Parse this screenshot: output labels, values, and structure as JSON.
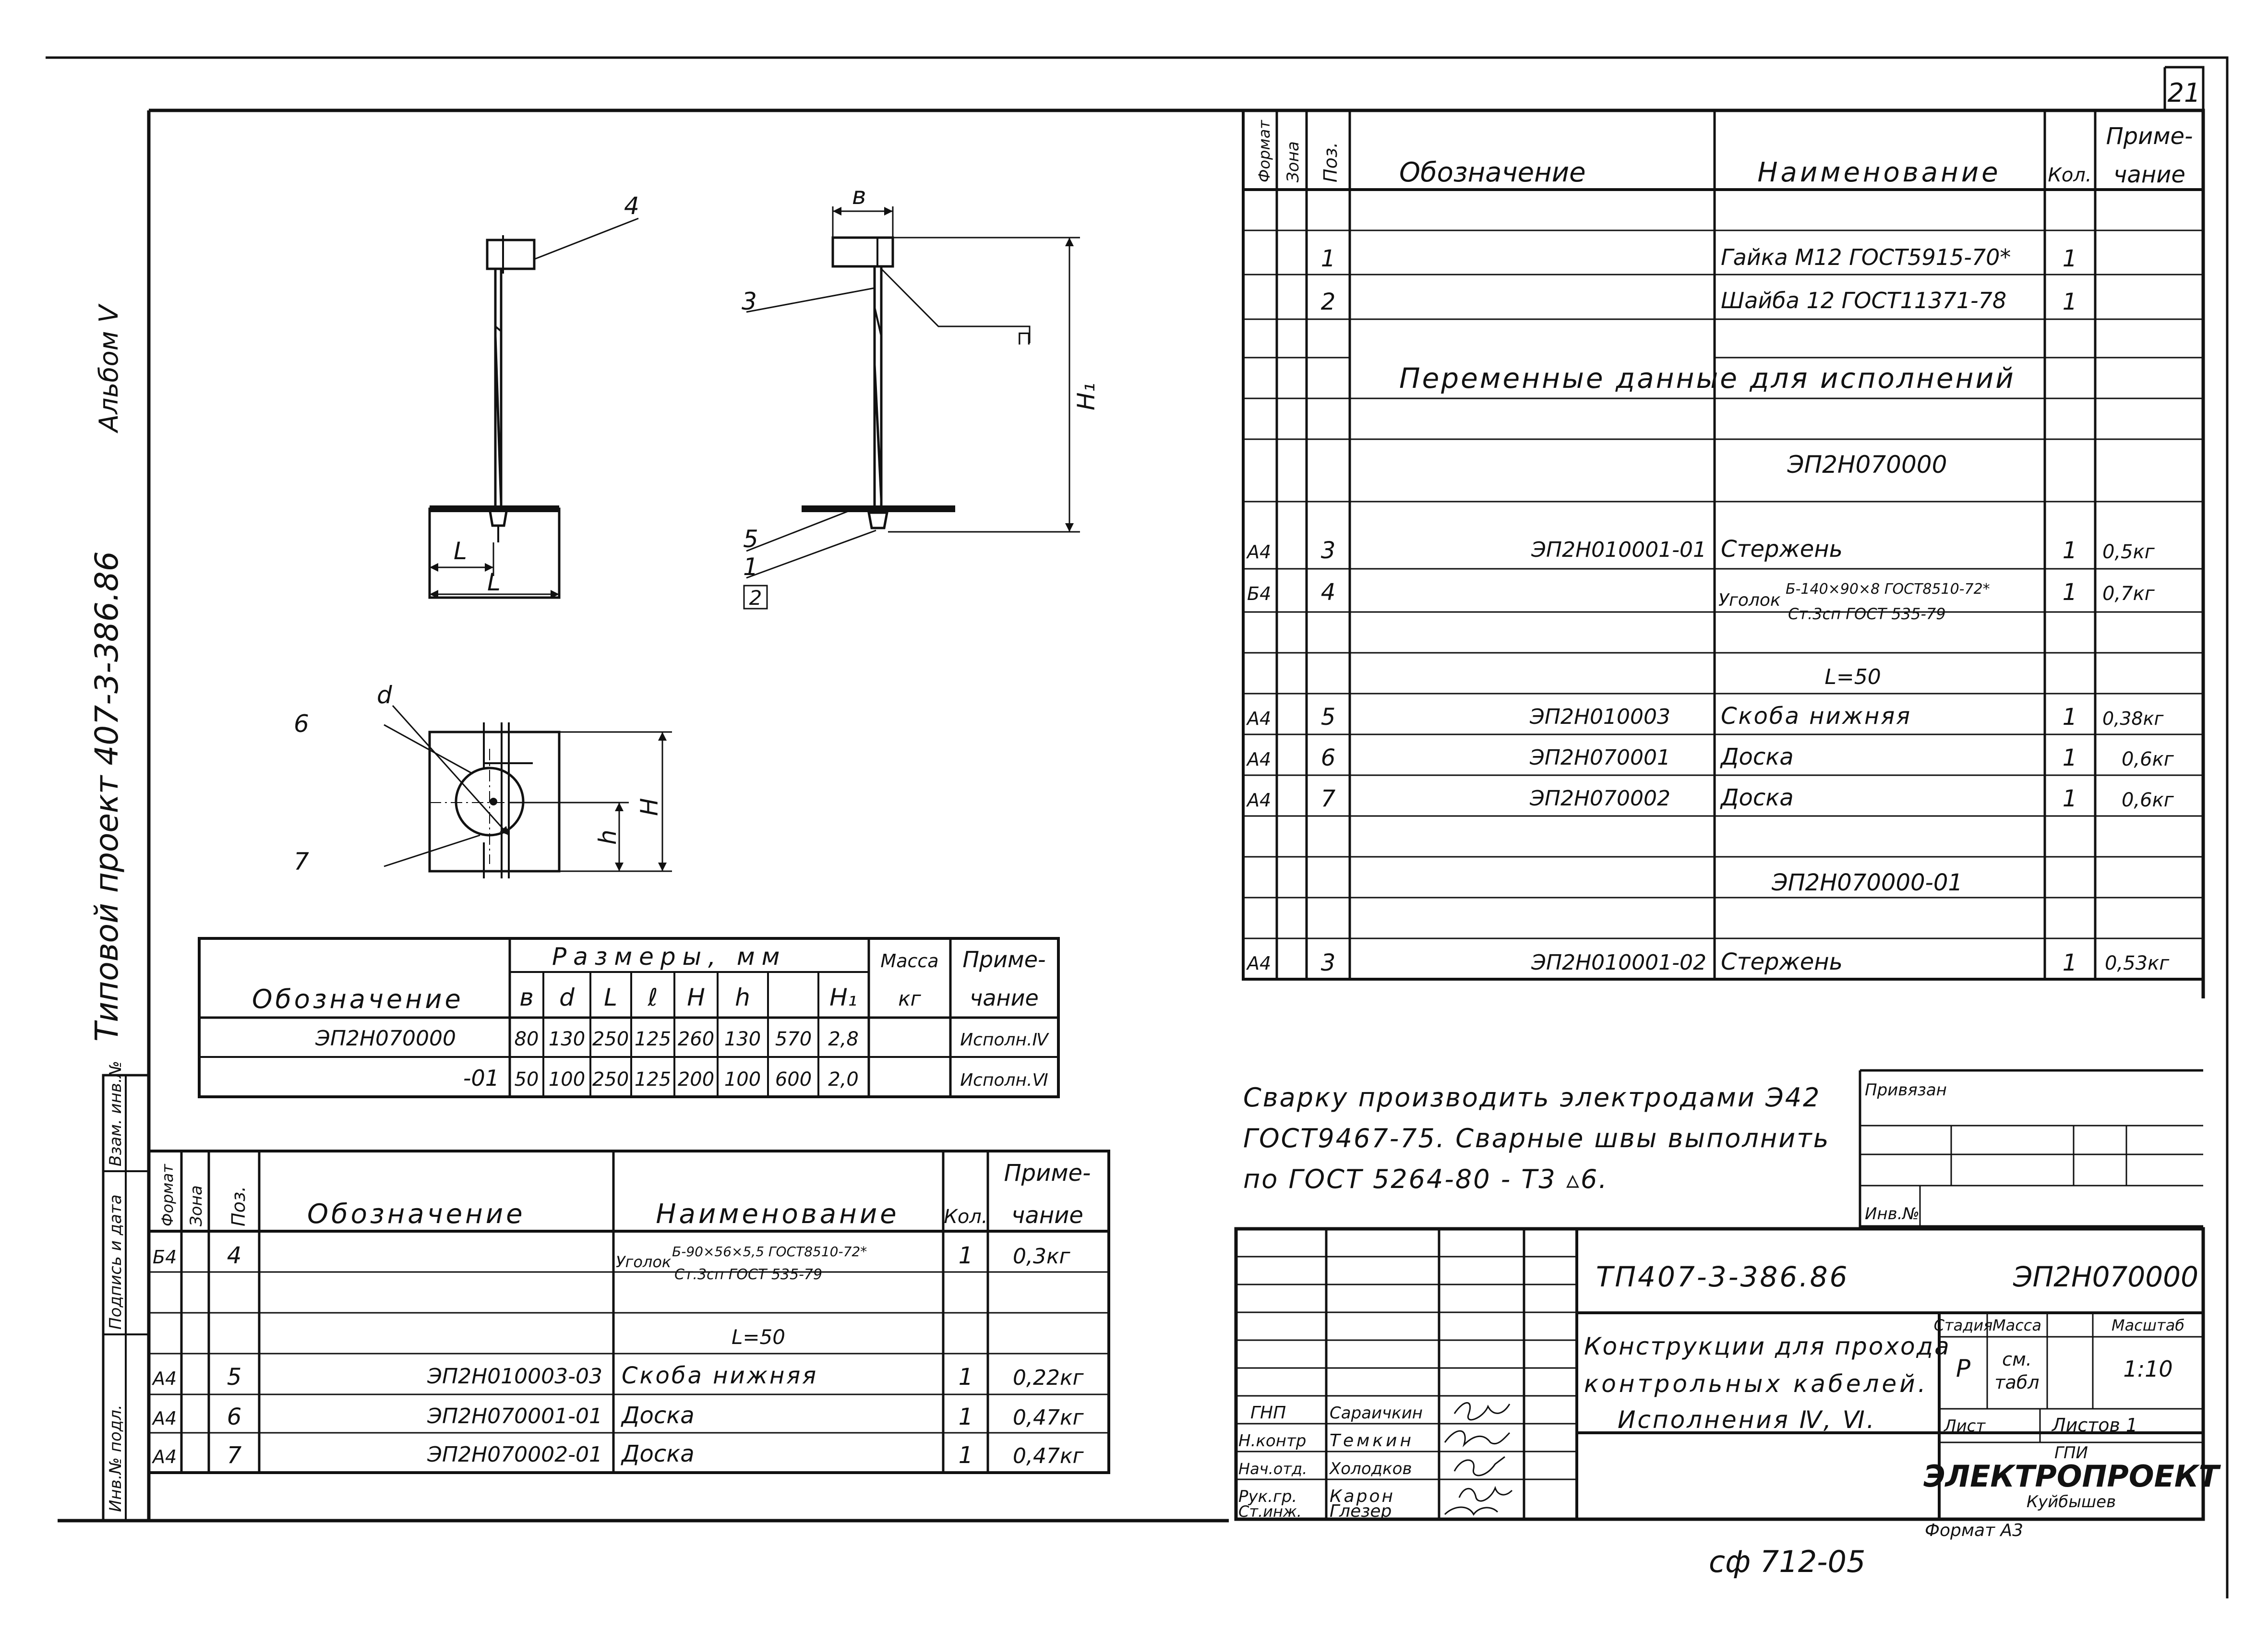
{
  "sheet": {
    "number": "21",
    "side_album": "Альбом Ⅴ",
    "side_project": "Типовой проект 407-3-386.86",
    "side_labels": [
      "Взам. инв.№",
      "Подпись и дата",
      "Инв.№ подл."
    ],
    "bottom_code": "сф 712-05",
    "format": "Формат А3"
  },
  "drawing": {
    "pos_labels": [
      "4",
      "3",
      "5",
      "1",
      "2",
      "6",
      "7"
    ],
    "dim_labels": [
      "в",
      "L",
      "H₁",
      "L",
      "d",
      "H",
      "h"
    ]
  },
  "dims_table": {
    "head_group": "Размеры, мм",
    "head_designation": "Обозначение",
    "head_mass": [
      "Масса",
      "кг"
    ],
    "head_note": [
      "Приме-",
      "чание"
    ],
    "columns": [
      "в",
      "d",
      "L",
      "ℓ",
      "H",
      "h",
      "H₁"
    ],
    "rows": [
      {
        "designation": "ЭП2Н070000",
        "values": [
          "80",
          "130",
          "250",
          "125",
          "260",
          "130",
          "570"
        ],
        "mass": "2,8",
        "note": "Исполн.Ⅳ"
      },
      {
        "designation": "-01",
        "values": [
          "50",
          "100",
          "250",
          "125",
          "200",
          "100",
          "600"
        ],
        "mass": "2,0",
        "note": "Исполн.Ⅵ"
      }
    ]
  },
  "spec_right": {
    "headers": {
      "format": "Формат",
      "zone": "Зона",
      "pos": "Поз.",
      "designation": "Обозначение",
      "name": "Наименование",
      "qty": "Кол.",
      "note": [
        "Приме-",
        "чание"
      ]
    },
    "rows": [
      {
        "format": "",
        "pos": "",
        "designation": "",
        "name": "",
        "qty": "",
        "note": ""
      },
      {
        "format": "",
        "pos": "1",
        "designation": "",
        "name": "Гайка М12 ГОСТ5915-70*",
        "qty": "1",
        "note": ""
      },
      {
        "format": "",
        "pos": "2",
        "designation": "",
        "name": "Шайба 12 ГОСТ11371-78",
        "qty": "1",
        "note": ""
      },
      {
        "format": "",
        "pos": "",
        "designation": "",
        "name": "",
        "qty": "",
        "note": ""
      },
      {
        "format": "",
        "pos": "",
        "designation": "",
        "name": "",
        "qty": "",
        "note": ""
      },
      {
        "format": "",
        "pos": "",
        "designation": "",
        "name": "ЭП2Н070000",
        "qty": "",
        "note": ""
      },
      {
        "format": "",
        "pos": "",
        "designation": "",
        "name": "",
        "qty": "",
        "note": ""
      },
      {
        "format": "А4",
        "pos": "3",
        "designation": "ЭП2Н010001-01",
        "name": "Стержень",
        "qty": "1",
        "note": "0,5кг"
      },
      {
        "format": "Б4",
        "pos": "4",
        "designation": "",
        "name": "",
        "qty": "1",
        "note": "0,7кг"
      },
      {
        "format": "",
        "pos": "",
        "designation": "",
        "name": "",
        "qty": "",
        "note": ""
      },
      {
        "format": "",
        "pos": "",
        "designation": "",
        "name": "L=50",
        "qty": "",
        "note": ""
      },
      {
        "format": "А4",
        "pos": "5",
        "designation": "ЭП2Н010003",
        "name": "Скоба нижняя",
        "qty": "1",
        "note": "0,38кг"
      },
      {
        "format": "А4",
        "pos": "6",
        "designation": "ЭП2Н070001",
        "name": "Доска",
        "qty": "1",
        "note": "0,6кг"
      },
      {
        "format": "А4",
        "pos": "7",
        "designation": "ЭП2Н070002",
        "name": "Доска",
        "qty": "1",
        "note": "0,6кг"
      },
      {
        "format": "",
        "pos": "",
        "designation": "",
        "name": "",
        "qty": "",
        "note": ""
      },
      {
        "format": "",
        "pos": "",
        "designation": "",
        "name": "ЭП2Н070000-01",
        "qty": "",
        "note": ""
      },
      {
        "format": "",
        "pos": "",
        "designation": "",
        "name": "",
        "qty": "",
        "note": ""
      },
      {
        "format": "А4",
        "pos": "3",
        "designation": "ЭП2Н010001-02",
        "name": "Стержень",
        "qty": "1",
        "note": "0,53кг"
      }
    ],
    "section_title": "Переменные данные для исполнений",
    "angle_main": "Уголок",
    "angle_top": "Б-140×90×8 ГОСТ8510-72*",
    "angle_bottom": "Ст.3сп ГОСТ 535-79"
  },
  "spec_left": {
    "headers": {
      "format": "Формат",
      "zone": "Зона",
      "pos": "Поз.",
      "designation": "Обозначение",
      "name": "Наименование",
      "qty": "Кол.",
      "note": [
        "Приме-",
        "чание"
      ]
    },
    "rows": [
      {
        "format": "Б4",
        "pos": "4",
        "designation": "",
        "name": "",
        "qty": "1",
        "note": "0,3кг"
      },
      {
        "format": "",
        "pos": "",
        "designation": "",
        "name": "",
        "qty": "",
        "note": ""
      },
      {
        "format": "",
        "pos": "",
        "designation": "",
        "name": "L=50",
        "qty": "",
        "note": ""
      },
      {
        "format": "А4",
        "pos": "5",
        "designation": "ЭП2Н010003-03",
        "name": "Скоба нижняя",
        "qty": "1",
        "note": "0,22кг"
      },
      {
        "format": "А4",
        "pos": "6",
        "designation": "ЭП2Н070001-01",
        "name": "Доска",
        "qty": "1",
        "note": "0,47кг"
      },
      {
        "format": "А4",
        "pos": "7",
        "designation": "ЭП2Н070002-01",
        "name": "Доска",
        "qty": "1",
        "note": "0,47кг"
      }
    ],
    "angle_main": "Уголок",
    "angle_top": "Б-90×56×5,5 ГОСТ8510-72*",
    "angle_bottom": "Ст.3сп ГОСТ 535-79"
  },
  "note": {
    "lines": [
      "Сварку производить электродами Э42",
      "ГОСТ9467-75. Сварные швы выполнить",
      "по ГОСТ 5264-80 - Т3 ▵6."
    ]
  },
  "privyazan": {
    "title": "Привязан",
    "inv": "Инв.№"
  },
  "title_block": {
    "doc_code": "ТП407-3-386.86",
    "doc_designation": "ЭП2Н070000",
    "title_lines": [
      "Конструкции для прохода",
      "контрольных кабелей.",
      "Исполнения Ⅳ, Ⅵ."
    ],
    "stage_label": "Стадия",
    "mass_label": "Масса",
    "scale_label": "Масштаб",
    "stage": "Р",
    "mass_value": [
      "см.",
      "табл"
    ],
    "scale": "1:10",
    "sheet_label": "Лист",
    "sheets_label": "Листов 1",
    "org_lines": [
      "ГПИ",
      "ЭЛЕКТРОПРОЕКТ",
      "Куйбышев"
    ],
    "signatures": [
      {
        "role": "ГНП",
        "name": "Сараичкин"
      },
      {
        "role": "Н.контр",
        "name": "Темкин"
      },
      {
        "role": "Нач.отд.",
        "name": "Холодков"
      },
      {
        "role": "Рук.гр.",
        "name": "Карон"
      },
      {
        "role": "Ст.инж.",
        "name": "Глезер"
      }
    ]
  }
}
